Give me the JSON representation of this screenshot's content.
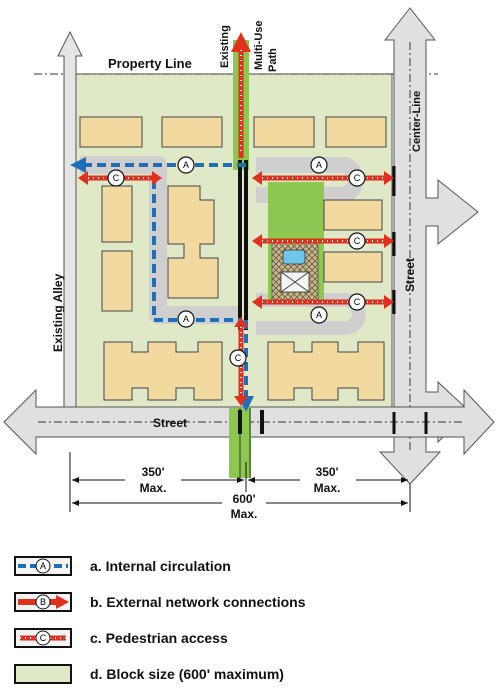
{
  "labels": {
    "property_line": "Property Line",
    "existing": "Existing",
    "multi_use_path": "Multi-Use",
    "path": "Path",
    "center_line": "Center-Line",
    "existing_alley": "Existing Alley",
    "street_bottom": "Street",
    "street_right": "Street",
    "dim_left": "350'",
    "dim_left_max": "Max.",
    "dim_right": "350'",
    "dim_right_max": "Max.",
    "dim_total": "600'",
    "dim_total_max": "Max."
  },
  "markers": {
    "internal": "A",
    "external": "B",
    "pedestrian": "C"
  },
  "legend": [
    {
      "key": "internal",
      "text": "a.  Internal circulation"
    },
    {
      "key": "external",
      "text": "b.  External network connections"
    },
    {
      "key": "pedestrian",
      "text": "c.  Pedestrian access"
    },
    {
      "key": "block",
      "text": "d.  Block size (600' maximum)"
    }
  ],
  "colors": {
    "block": "#dfe9c8",
    "building": "#f2d9a0",
    "green": "#8cc850",
    "road": "#dcdcdc",
    "internal_blue": "#1e6fb8",
    "external_red": "#e0301e",
    "pedestrian_red": "#e0301e"
  }
}
